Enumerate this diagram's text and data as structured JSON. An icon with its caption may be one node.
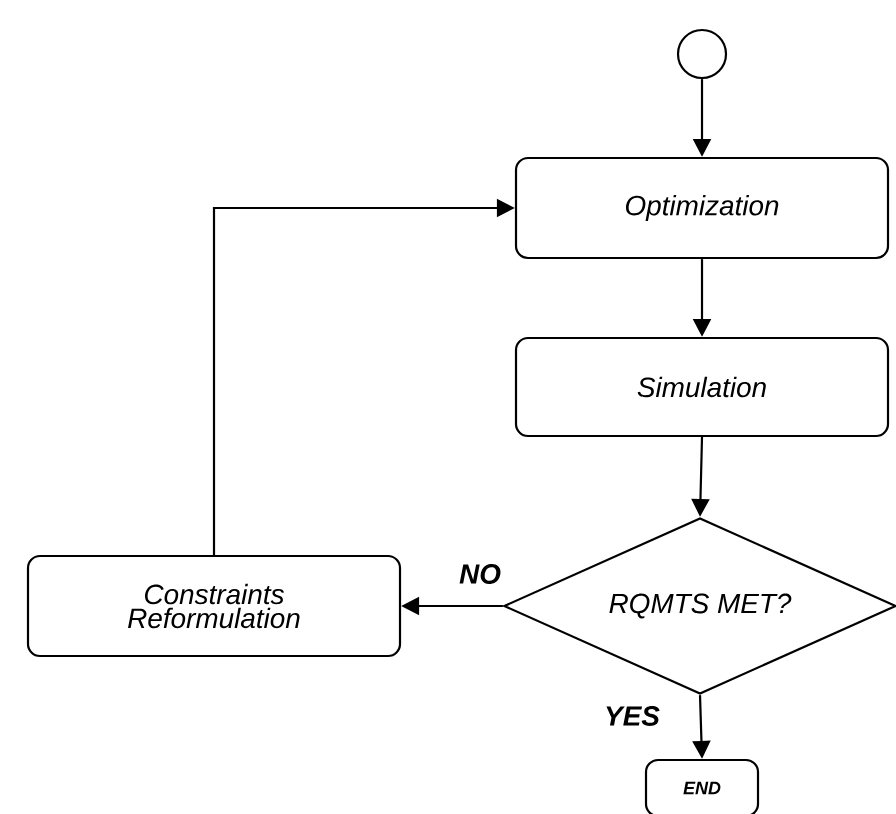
{
  "diagram": {
    "nodes": [
      {
        "text": [],
        "shape": "circle"
      },
      {
        "text": [
          "Optimization"
        ]
      },
      {
        "text": [
          "Simulation"
        ]
      },
      {
        "text": [
          "RQMTS MET?"
        ]
      },
      {
        "text": [
          "Constraints Reformulation"
        ]
      },
      {
        "text": [
          "END"
        ]
      }
    ],
    "edges": [
      {
        "from": 0,
        "to": 1,
        "arrow": "to"
      },
      {
        "from": 1,
        "to": 2,
        "arrow": "to"
      },
      {
        "from": 2,
        "to": 3,
        "arrow": "to"
      },
      {
        "from": 3,
        "to": 4,
        "arrow": "to",
        "label": "NO"
      },
      {
        "from": 3,
        "to": 5,
        "arrow": "to",
        "label": "YES"
      },
      {
        "from": 4,
        "to": 1,
        "arrow": "to"
      }
    ]
  }
}
